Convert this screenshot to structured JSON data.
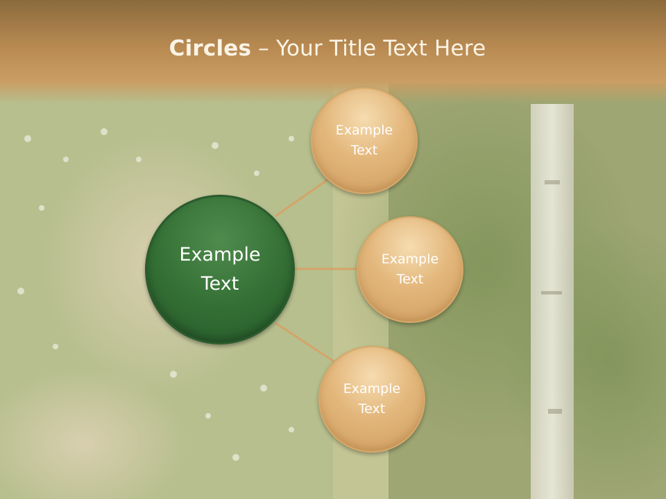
{
  "slide": {
    "title_bold": "Circles",
    "title_rest": " – Your Title Text Here"
  },
  "diagram": {
    "center": {
      "label": "Example Text"
    },
    "satellites": [
      {
        "label": "Example Text"
      },
      {
        "label": "Example Text"
      },
      {
        "label": "Example Text"
      }
    ]
  },
  "colors": {
    "header": "#b88a52",
    "center_fill": "#336f34",
    "satellite_fill": "#e3b77c",
    "connector": "#d4a468"
  }
}
